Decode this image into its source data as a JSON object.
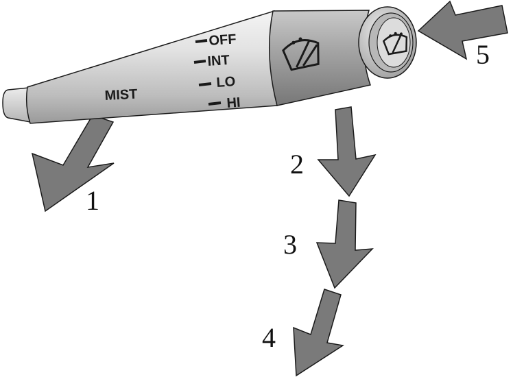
{
  "lever": {
    "mist_label": "MIST",
    "positions": [
      "OFF",
      "INT",
      "LO",
      "HI"
    ]
  },
  "callouts": [
    "1",
    "2",
    "3",
    "4",
    "5"
  ],
  "icons": [
    "windshield-wiper-icon",
    "windshield-washer-icon"
  ],
  "colors": {
    "arrow_fill": "#7a7a7a",
    "lever_light": "#e6e6e6",
    "lever_dark": "#8c8c8c",
    "outline": "#1a1a1a"
  }
}
